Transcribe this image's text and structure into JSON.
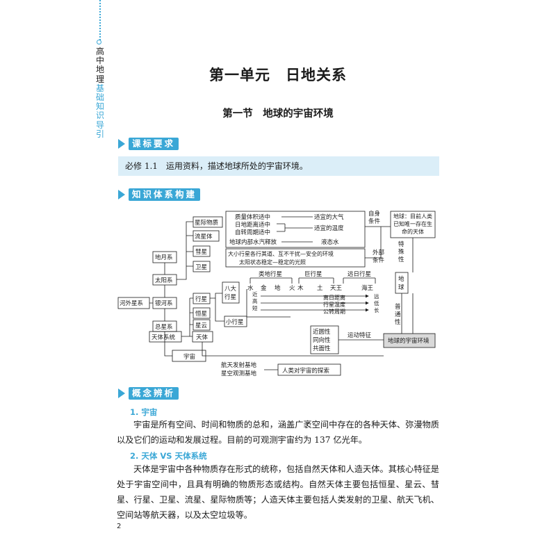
{
  "side_tab": {
    "part1": "高中地理",
    "part2": "基础知识导引"
  },
  "unit_title": "第一单元　日地关系",
  "section_title": "第一节　地球的宇宙环境",
  "headers": {
    "standard": "课标要求",
    "knowledge": "知识体系构建",
    "concept": "概念辨析"
  },
  "requirement": "必修 1.1　运用资料，描述地球所处的宇宙环境。",
  "diagram": {
    "hewaixingxi": "河外星系",
    "yinhexi": "银河系",
    "zongxingxi": "总星系",
    "tianti_xitong": "天体系统",
    "tianti": "天体",
    "yuzhou": "宇宙",
    "diyuexi": "地月系",
    "taiyangxi": "太阳系",
    "xingji_wuzhi": "星际物质",
    "liuxingti": "流星体",
    "huixing": "彗星",
    "weixing": "卫星",
    "xingxing": "行星",
    "hengxing": "恒星",
    "xingyun": "星云",
    "bada_1": "八大",
    "bada_2": "行星",
    "xiaoxingxing": "小行星",
    "self_1": "质量体积适中",
    "self_2": "日地距离适中",
    "self_3": "自转周期适中",
    "self_4": "地球内部水汽释放",
    "res_1": "适宜的大气",
    "res_2": "适宜的温度",
    "res_3": "液态水",
    "ext_1": "大小行星各行其道、互不干扰—安全的环境",
    "ext_2": "太阳状态稳定—稳定的光照",
    "zishen_1": "自身",
    "zishen_2": "条件",
    "waibu_1": "外部",
    "waibu_2": "条件",
    "earth_box": "地球：目前人类已知唯一存在生命的天体",
    "teshuxing": "特殊性",
    "diqiu": "地球",
    "putongxing": "普通性",
    "lei": "类地行星",
    "ju": "巨行星",
    "yuan": "远日行星",
    "planets": [
      "水",
      "金",
      "地",
      "火",
      "木",
      "土",
      "天王",
      "海王"
    ],
    "jin": "近",
    "gao": "高",
    "duan": "短",
    "yuan2": "远",
    "di": "低",
    "chang": "长",
    "arrow_1": "离日距离",
    "arrow_2": "行星温度",
    "arrow_3": "公转周期",
    "common_1": "近圆性",
    "common_2": "同向性",
    "common_3": "共面性",
    "motion": "运动特征",
    "env_box": "地球的宇宙环境",
    "base_1": "航天发射基地",
    "base_2": "星空观测基地",
    "explore": "人类对宇宙的探索"
  },
  "concept": {
    "h1": "1. 宇宙",
    "p1": "宇宙是所有空间、时间和物质的总和，涵盖广袤空间中存在的各种天体、弥漫物质以及它们的运动和发展过程。目前的可观测宇宙约为 137 亿光年。",
    "h2": "2. 天体 VS 天体系统",
    "p2": "天体是宇宙中各种物质存在形式的统称，包括自然天体和人造天体。其核心特征是处于宇宙空间中，且具有明确的物质形态或结构。自然天体主要包括恒星、星云、彗星、行星、卫星、流星、星际物质等；人造天体主要包括人类发射的卫星、航天飞机、空间站等航天器，以及太空垃圾等。"
  },
  "page_number": "2",
  "colors": {
    "accent": "#3aa7d6",
    "req_bg": "#dbeef8",
    "env_box_bg": "#d9d9d9"
  }
}
